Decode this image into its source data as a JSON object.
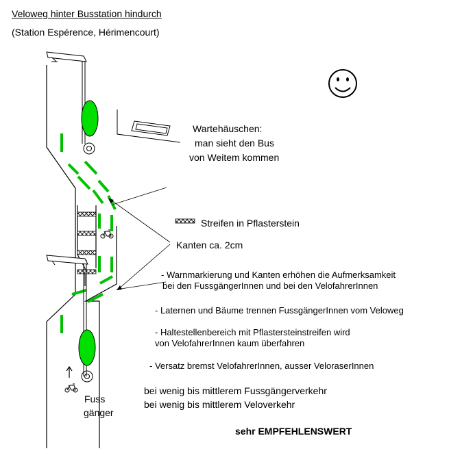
{
  "title": "Veloweg hinter Busstation hindurch",
  "subtitle": "(Station Espérence, Hérimencourt)",
  "labels": {
    "shelter_line1": "Wartehäuschen:",
    "shelter_line2": "man sieht den Bus",
    "shelter_line3": "von Weitem kommen",
    "stripes": "Streifen in Pflasterstein",
    "edges": "Kanten ca. 2cm",
    "pedestrian_line1": "Fuss",
    "pedestrian_line2": "gänger"
  },
  "notes": [
    "- Warnmarkierung  und Kanten erhöhen die Aufmerksamkeit",
    "bei den FussgängerInnen und bei den VelofahrerInnen",
    "- Laternen und Bäume trennen FussgängerInnen vom Veloweg",
    "- Haltestellenbereich mit Pflastersteinstreifen wird",
    "von VelofahrerInnen kaum überfahren",
    "- Versatz bremst VelofahrerInnen, ausser VeloraserInnen"
  ],
  "conditions": [
    "bei wenig bis mittlerem Fussgängerverkehr",
    "bei wenig bis mittlerem Veloverkehr"
  ],
  "rating": "sehr EMPFEHLENSWERT",
  "icons": [
    "smiley-icon",
    "bicycle-icon",
    "up-arrow-icon",
    "street-lamp-icon",
    "tree-icon"
  ],
  "colors": {
    "marking": "#00c000",
    "tree": "#00e000",
    "line": "#000000"
  }
}
